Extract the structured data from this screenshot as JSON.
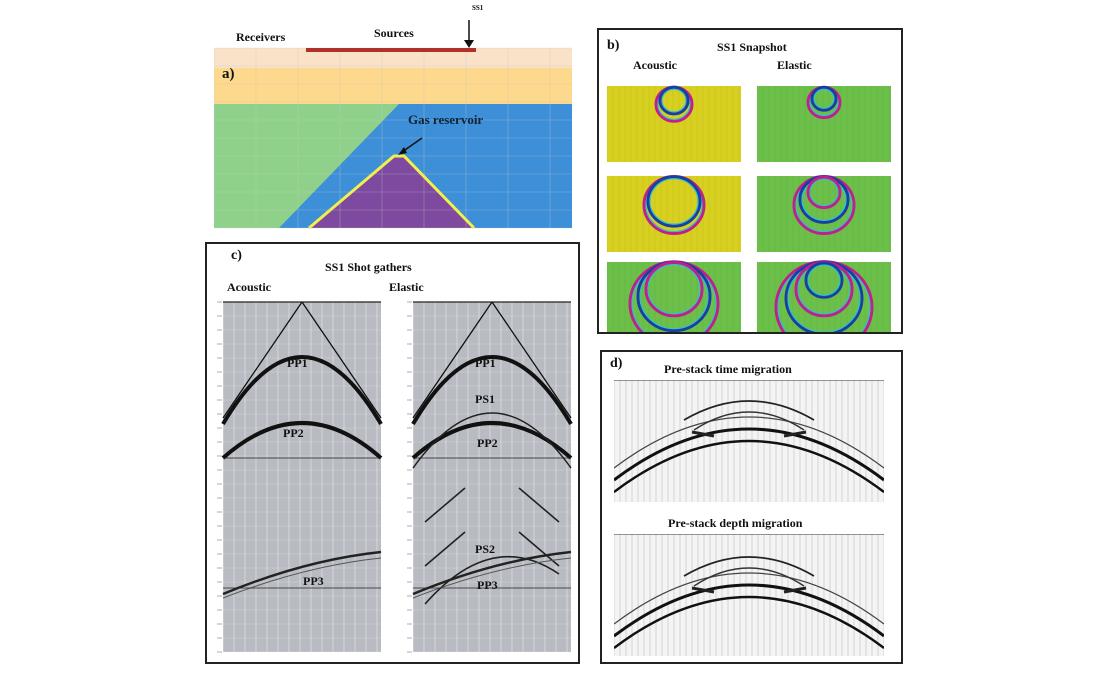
{
  "colors": {
    "layer_top": "#f9e2c8",
    "layer_yellow": "#fcd98c",
    "layer_green": "#8fd18a",
    "layer_blue": "#3d8fd8",
    "layer_purple": "#7d4aa0",
    "reservoir_outline": "#f2f04a",
    "source_line": "#b0302a",
    "gather_bg": "#b8bcc2",
    "snap_yellow": "#d8d020",
    "snap_green": "#6cc04a"
  },
  "panel_a": {
    "label": "a)",
    "receivers_label": "Receivers",
    "sources_label": "Sources",
    "shot_label": "SS1",
    "reservoir_label": "Gas reservoir"
  },
  "panel_b": {
    "label": "b)",
    "title": "SS1 Snapshot",
    "col_acoustic": "Acoustic",
    "col_elastic": "Elastic"
  },
  "panel_c": {
    "label": "c)",
    "title": "SS1 Shot gathers",
    "col_acoustic": "Acoustic",
    "col_elastic": "Elastic",
    "acoustic_events": [
      "PP1",
      "PP2",
      "PP3"
    ],
    "elastic_events": [
      "PP1",
      "PS1",
      "PP2",
      "PS2",
      "PP3"
    ]
  },
  "panel_d": {
    "label": "d)",
    "title_time": "Pre-stack time migration",
    "title_depth": "Pre-stack depth migration"
  }
}
